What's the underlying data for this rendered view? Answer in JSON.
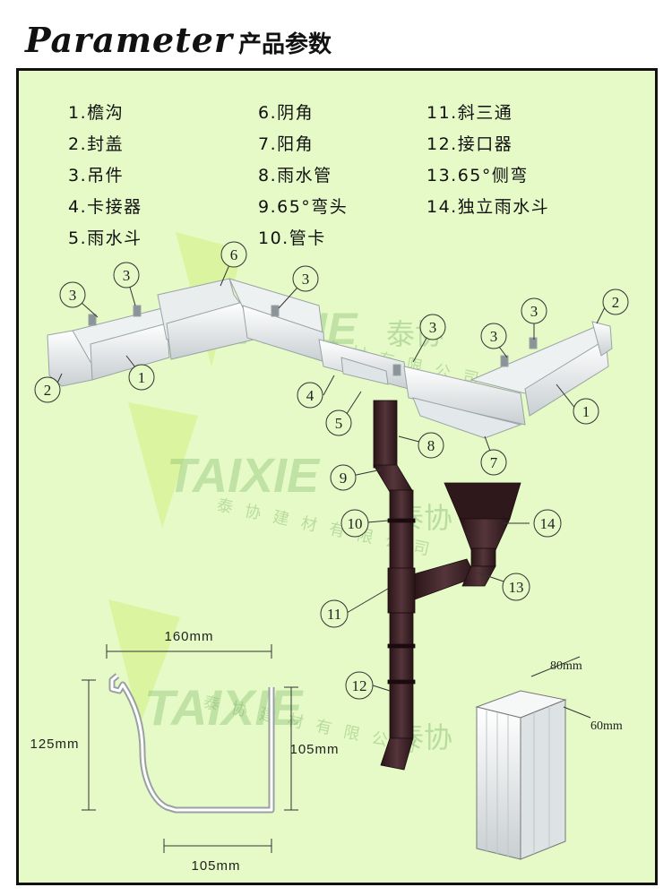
{
  "title": {
    "en": "Parameter",
    "zh": "产品参数"
  },
  "parts_col1": [
    "1.檐沟",
    "2.封盖",
    "3.吊件",
    "4.卡接器",
    "5.雨水斗"
  ],
  "parts_col2": [
    "6.阴角",
    "7.阳角",
    "8.雨水管",
    "9.65°弯头",
    "10.管卡"
  ],
  "parts_col3": [
    "11.斜三通",
    "12.接口器",
    "13.65°侧弯",
    "14.独立雨水斗"
  ],
  "watermark": {
    "brand": "TAIXIE",
    "brand_cn": "泰协",
    "company": "泰协建材有限公司"
  },
  "callouts": {
    "n1": "1",
    "n2": "2",
    "n3": "3",
    "n4": "4",
    "n5": "5",
    "n6": "6",
    "n7": "7",
    "n8": "8",
    "n9": "9",
    "n10": "10",
    "n11": "11",
    "n12": "12",
    "n13": "13",
    "n14": "14"
  },
  "dimensions": {
    "gutter_width": "160mm",
    "gutter_height": "125mm",
    "gutter_back_height": "105mm",
    "gutter_bottom": "105mm",
    "pipe_width": "80mm",
    "pipe_depth": "60mm"
  },
  "colors": {
    "panel_bg": "#e5fac6",
    "gutter_white": "#f4f6f6",
    "pipe_brown": "#3d2226",
    "watermark": "#7dbb6a"
  }
}
